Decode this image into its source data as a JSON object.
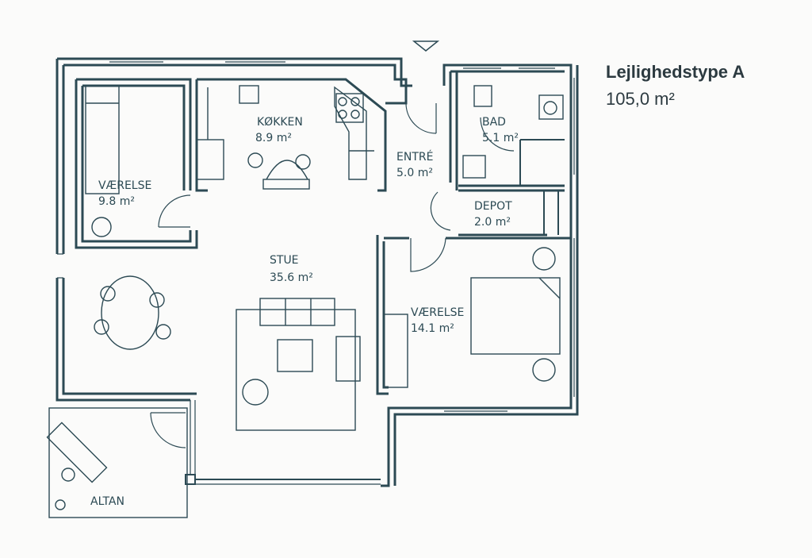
{
  "heading": {
    "title": "Lejlighedstype A",
    "area_value": "105,0 m²"
  },
  "rooms": {
    "kitchen": {
      "name": "KØKKEN",
      "area": "8.9 m²"
    },
    "bedroom1": {
      "name": "VÆRELSE",
      "area": "9.8 m²"
    },
    "entrance": {
      "name": "ENTRÉ",
      "area": "5.0 m²"
    },
    "bath": {
      "name": "BAD",
      "area": "5.1 m²"
    },
    "storage": {
      "name": "DEPOT",
      "area": "2.0 m²"
    },
    "living": {
      "name": "STUE",
      "area": "35.6 m²"
    },
    "bedroom2": {
      "name": "VÆRELSE",
      "area": "14.1 m²"
    },
    "balcony": {
      "name": "ALTAN"
    }
  },
  "colors": {
    "line": "#2c4a54",
    "text": "#2c3a40",
    "paper": "#fbfbfa"
  }
}
